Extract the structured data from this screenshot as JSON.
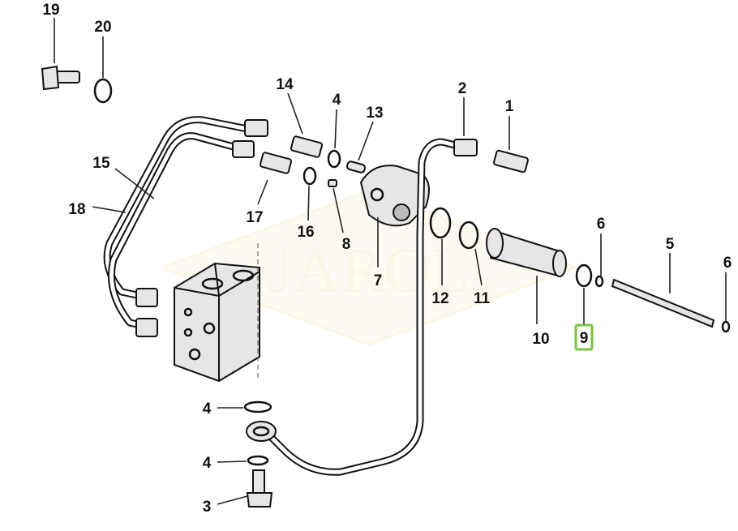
{
  "diagram": {
    "watermark": "JAROL",
    "highlight_color": "#7dc242",
    "highlighted_part": "9",
    "callouts": [
      "19",
      "20",
      "14",
      "4",
      "13",
      "2",
      "1",
      "15",
      "18",
      "17",
      "16",
      "8",
      "7",
      "12",
      "11",
      "6",
      "5",
      "6",
      "10",
      "9",
      "4",
      "4",
      "3"
    ]
  }
}
